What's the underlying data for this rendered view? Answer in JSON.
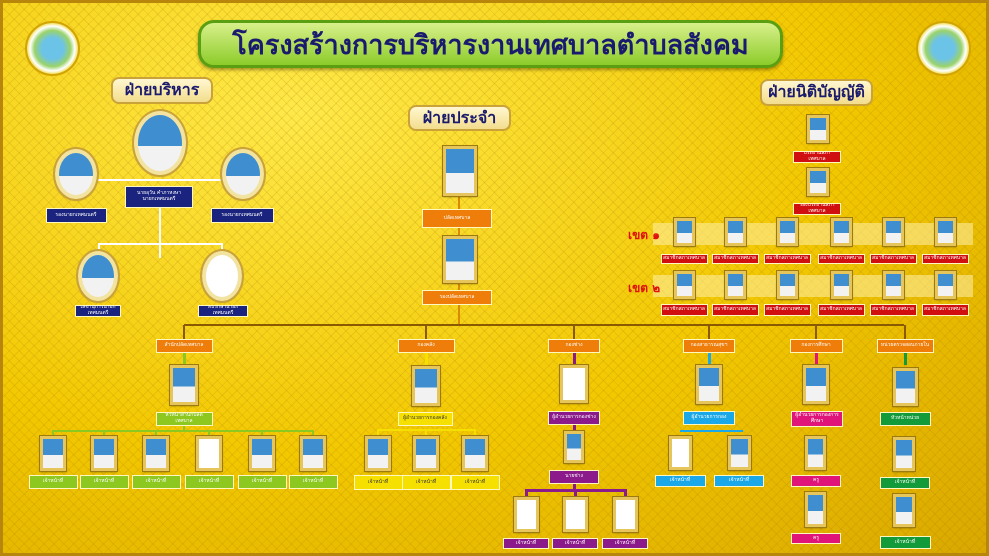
{
  "title": "โครงสร้างการบริหารงานเทศบาลตำบลสังคม",
  "sections": {
    "executive": "ฝ่ายบริหาร",
    "permanent": "ฝ่ายประจำ",
    "legislative": "ฝ่ายนิติบัญญัติ"
  },
  "executive": [
    {
      "name": "นายอุวัน คำภาหงษา",
      "position": "นายกเทศมนตรี"
    },
    {
      "name": "",
      "position": "รองนายกเทศมนตรี"
    },
    {
      "name": "",
      "position": "รองนายกเทศมนตรี"
    },
    {
      "name": "",
      "position": "เลขานุการนายกเทศมนตรี"
    },
    {
      "name": "",
      "position": "ที่ปรึกษานายกเทศมนตรี"
    }
  ],
  "permanent": [
    {
      "position": "ปลัดเทศบาล"
    },
    {
      "position": "รองปลัดเทศบาล"
    }
  ],
  "legislative": {
    "chair": "ประธานสภาเทศบาล",
    "vice": "รองประธานสภาเทศบาล",
    "zone1_label": "เขต ๑",
    "zone2_label": "เขต ๒",
    "zone1": [
      "สมาชิกสภาเทศบาล",
      "สมาชิกสภาเทศบาล",
      "สมาชิกสภาเทศบาล",
      "สมาชิกสภาเทศบาล",
      "สมาชิกสภาเทศบาล",
      "สมาชิกสภาเทศบาล"
    ],
    "zone2": [
      "สมาชิกสภาเทศบาล",
      "สมาชิกสภาเทศบาล",
      "สมาชิกสภาเทศบาล",
      "สมาชิกสภาเทศบาล",
      "สมาชิกสภาเทศบาล",
      "สมาชิกสภาเทศบาล"
    ]
  },
  "departments": [
    {
      "name": "สำนักปลัดเทศบาล",
      "color": "#8cc820",
      "head": "หัวหน้าสำนักปลัดเทศบาล",
      "staff": [
        "เจ้าหน้าที่",
        "เจ้าหน้าที่",
        "เจ้าหน้าที่",
        "เจ้าหน้าที่",
        "เจ้าหน้าที่",
        "เจ้าหน้าที่"
      ]
    },
    {
      "name": "กองคลัง",
      "color": "#f5e000",
      "head": "ผู้อำนวยการกองคลัง",
      "staff": [
        "เจ้าหน้าที่",
        "เจ้าหน้าที่",
        "เจ้าหน้าที่"
      ]
    },
    {
      "name": "กองช่าง",
      "color": "#8b1a8b",
      "head": "ผู้อำนวยการกองช่าง",
      "sub": "นายช่าง",
      "staff": [
        "เจ้าหน้าที่",
        "เจ้าหน้าที่",
        "เจ้าหน้าที่"
      ]
    },
    {
      "name": "กองสาธารณสุขฯ",
      "color": "#1aa8e8",
      "head": "ผู้อำนวยการกอง",
      "staff": [
        "เจ้าหน้าที่",
        "เจ้าหน้าที่"
      ]
    },
    {
      "name": "กองการศึกษา",
      "color": "#e0157a",
      "head": "ผู้อำนวยการกองการศึกษา",
      "staff": [
        "ครู",
        "ครู"
      ]
    },
    {
      "name": "หน่วยตรวจสอบภายใน",
      "color": "#139a3a",
      "head": "หัวหน้าหน่วย",
      "staff": [
        "เจ้าหน้าที่",
        "เจ้าหน้าที่"
      ]
    }
  ],
  "colors": {
    "executive_box": "#1a237e",
    "permanent_box": "#ef7d0a",
    "legislative_box": "#d01010",
    "dept_header": "#ef7d0a"
  }
}
